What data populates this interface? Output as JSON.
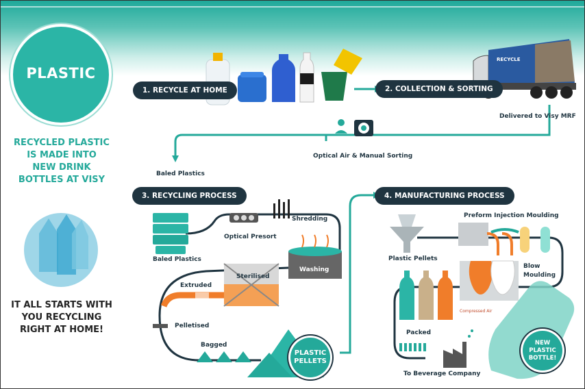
{
  "badge": {
    "title": "PLASTIC"
  },
  "intro": {
    "line1": "RECYCLED PLASTIC",
    "line2": "IS MADE INTO",
    "line3": "NEW DRINK",
    "line4": "BOTTLES AT VISY"
  },
  "outro": {
    "line1": "IT ALL STARTS WITH",
    "line2": "YOU RECYCLING",
    "line3": "RIGHT AT HOME!"
  },
  "steps": {
    "s1": "1. RECYCLE AT HOME",
    "s2": "2. COLLECTION & SORTING",
    "s3": "3. RECYCLING PROCESS",
    "s4": "4. MANUFACTURING PROCESS"
  },
  "labels": {
    "delivered": "Delivered to Visy MRF",
    "optical_sorting": "Optical Air & Manual Sorting",
    "baled_plastics_top": "Baled Plastics",
    "shredding": "Shredding",
    "optical_presort": "Optical Presort",
    "baled_plastics": "Baled Plastics",
    "washing": "Washing",
    "extruded": "Extruded",
    "sterilised": "Sterilised",
    "pelletised": "Pelletised",
    "bagged": "Bagged",
    "preform": "Preform Injection Moulding",
    "plastic_pellets": "Plastic Pellets",
    "blow_moulding_1": "Blow",
    "blow_moulding_2": "Moulding",
    "compressed_air": "Compressed Air",
    "packed": "Packed",
    "to_beverage": "To Beverage Company"
  },
  "pellets_badge": {
    "line1": "PLASTIC",
    "line2": "PELLETS"
  },
  "bottle_badge": {
    "line1": "NEW",
    "line2": "PLASTIC",
    "line3": "BOTTLE!"
  },
  "truck_text": "RECYCLE",
  "colors": {
    "teal": "#24a99a",
    "navy": "#1f3440",
    "orange": "#f07d2a",
    "lightteal": "#9adcd3"
  }
}
